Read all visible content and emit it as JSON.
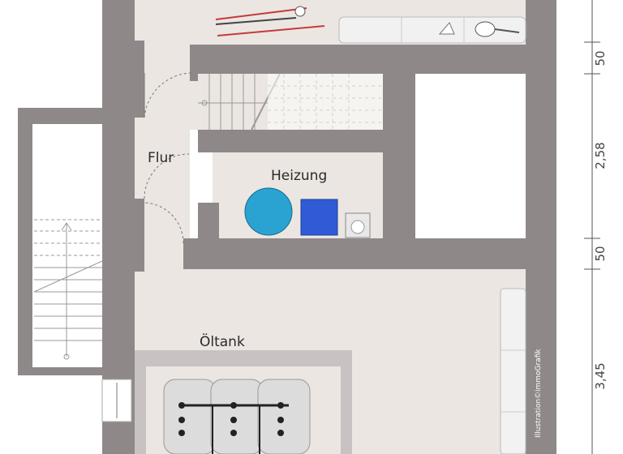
{
  "rooms": {
    "hallway": "Flur",
    "heating": "Heizung",
    "oil_tank": "Öltank"
  },
  "dimensions": [
    "50",
    "2,58",
    "50",
    "3,45"
  ],
  "credit": "Illustration©immoGrafik",
  "colors": {
    "wall": "#8f8889",
    "floor": "#ebe6e1",
    "window": "#ffffff",
    "boiler": "#2aa3d3",
    "burner": "#2f5bd6",
    "tank": "#d8d8d8",
    "line": "#333333"
  },
  "icons": [
    "ski-icon",
    "bench-icon",
    "ski-helmet-icon",
    "tennis-racket-icon",
    "boiler-icon",
    "burner-icon",
    "water-heater-icon",
    "oil-tank-icon",
    "stairs-icon",
    "door-icon",
    "radiator-icon"
  ]
}
